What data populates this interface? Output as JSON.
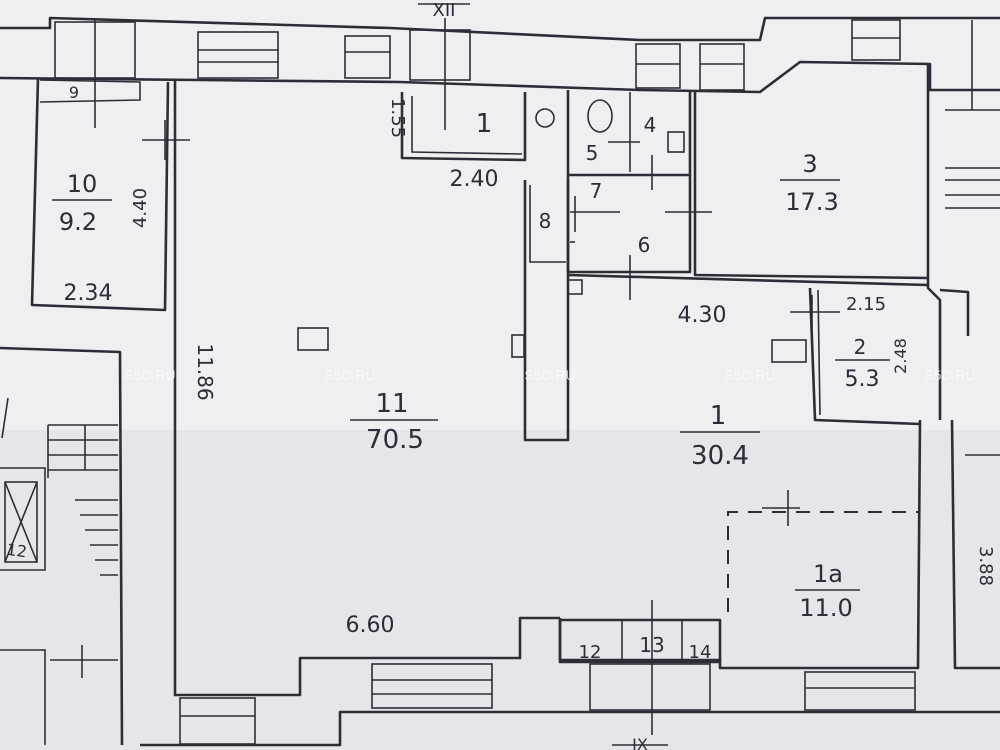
{
  "palette": {
    "paper": "#eeeff1",
    "ink": "#2d2d38",
    "shadow": "#dcdde2",
    "watermark": "#ffffff"
  },
  "axis_marks": {
    "top": "XII",
    "bottom": "IX"
  },
  "watermarks": [
    "S5D.RU",
    "S5D.RU",
    "S5D.RU",
    "S5D.RU",
    "S5D.RU"
  ],
  "rooms": [
    {
      "id": "11",
      "number": "11",
      "area": "70.5"
    },
    {
      "id": "1",
      "number": "1",
      "area": "30.4"
    },
    {
      "id": "1a",
      "number": "1a",
      "area": "11.0"
    },
    {
      "id": "3",
      "number": "3",
      "area": "17.3"
    },
    {
      "id": "2",
      "number": "2",
      "area": "5.3"
    },
    {
      "id": "10",
      "number": "10",
      "area": "9.2"
    }
  ],
  "small_rooms": [
    "1",
    "4",
    "5",
    "7",
    "8",
    "6",
    "9",
    "12",
    "13",
    "14",
    "12"
  ],
  "dimensions": [
    "1.55",
    "2.40",
    "4.40",
    "2.34",
    "11.86",
    "4.30",
    "2.15",
    "2.48",
    "6.60",
    "3.88"
  ],
  "icons": [
    "toilet-icon",
    "sink-icon",
    "stove-icon",
    "stair-icon",
    "shaft-icon"
  ]
}
